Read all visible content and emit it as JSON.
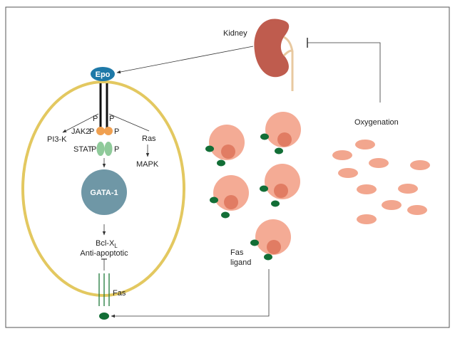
{
  "labels": {
    "kidney": "Kidney",
    "epo": "Epo",
    "oxygenation": "Oxygenation",
    "p": "P",
    "jak2": "JAK2",
    "pi3k": "PI3-K",
    "ras": "Ras",
    "stat": "STAT",
    "mapk": "MAPK",
    "gata1": "GATA-1",
    "bclxl_main": "Bcl-X",
    "bclxl_sub": "L",
    "anti_apoptotic": "Anti-apoptotic",
    "fas": "Fas",
    "fas_ligand_1": "Fas",
    "fas_ligand_2": "ligand"
  },
  "colors": {
    "epo": "#1e79a8",
    "cell_membrane": "#e3c860",
    "jak2_p": "#f0a050",
    "stat_p": "#8fca9a",
    "gata1": "#6f97a6",
    "kidney": "#bf5c4e",
    "erythroid_cell": "#f4ab95",
    "nucleus": "#e17c63",
    "fas_ligand_dot": "#126e36",
    "rbc": "#f2a68e",
    "line": "#333333"
  }
}
